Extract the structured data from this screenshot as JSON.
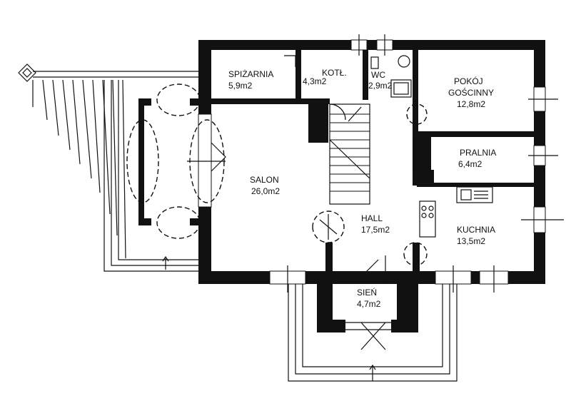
{
  "rooms": [
    {
      "id": "spizarnia",
      "name": "SPIŻARNIA",
      "area": "5,9m2"
    },
    {
      "id": "kotl",
      "name": "KOTŁ.",
      "area": "4,3m2"
    },
    {
      "id": "wc",
      "name": "WC",
      "area": "2,9m2"
    },
    {
      "id": "pokoj",
      "name_line1": "POKÓJ",
      "name_line2": "GOŚCINNY",
      "area": "12,8m2"
    },
    {
      "id": "pralnia",
      "name": "PRALNIA",
      "area": "6,4m2"
    },
    {
      "id": "salon",
      "name": "SALON",
      "area": "26,0m2"
    },
    {
      "id": "hall",
      "name": "HALL",
      "area": "17,5m2"
    },
    {
      "id": "kuchnia",
      "name": "KUCHNIA",
      "area": "13,5m2"
    },
    {
      "id": "sien",
      "name": "SIEŃ",
      "area": "4,7m2"
    }
  ],
  "colors": {
    "wall": "#111111",
    "background": "#ffffff",
    "line": "#111111"
  }
}
